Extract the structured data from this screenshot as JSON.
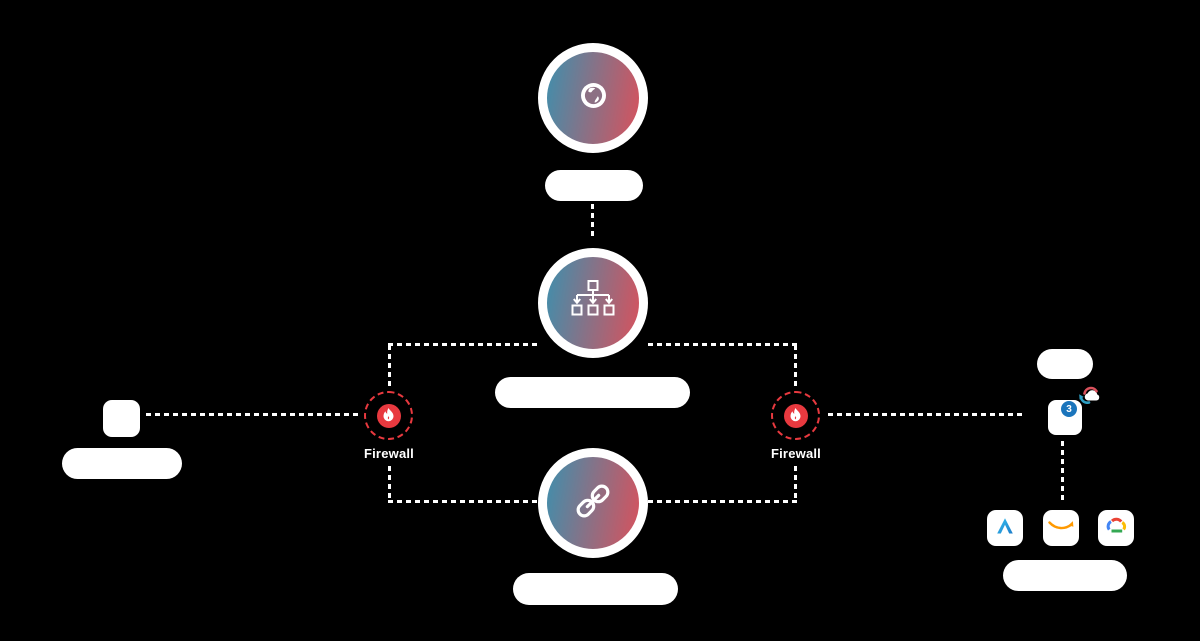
{
  "colors": {
    "background": "#000000",
    "node_gradient_start": "#3E8FAD",
    "node_gradient_end": "#D9515C",
    "firewall_red": "#E8393F",
    "badge_blue": "#1B75BC",
    "connector": "#FFFFFF",
    "aws_orange": "#FF9900",
    "azure_blue": "#1D7CC9",
    "gcp_blue": "#4285F4",
    "gcp_red": "#EA4335",
    "gcp_yellow": "#FBBC05",
    "gcp_green": "#34A853",
    "multicloud_teal": "#2D9FC4"
  },
  "nodes": {
    "internet": {
      "icon": "globe-icon"
    },
    "distributor": {
      "icon": "load-balancer-icon"
    },
    "connectivity": {
      "icon": "chain-link-icon"
    }
  },
  "client": {
    "icon": "client-device"
  },
  "firewalls": {
    "left": {
      "label": "Firewall",
      "icon": "flame-icon"
    },
    "right": {
      "label": "Firewall",
      "icon": "flame-icon"
    }
  },
  "cloud_cluster": {
    "badge_count": "3",
    "icon": "multicloud-icon",
    "providers": [
      {
        "name": "azure",
        "icon": "azure-icon"
      },
      {
        "name": "aws",
        "icon": "aws-icon"
      },
      {
        "name": "google-cloud",
        "icon": "google-cloud-icon"
      }
    ]
  }
}
